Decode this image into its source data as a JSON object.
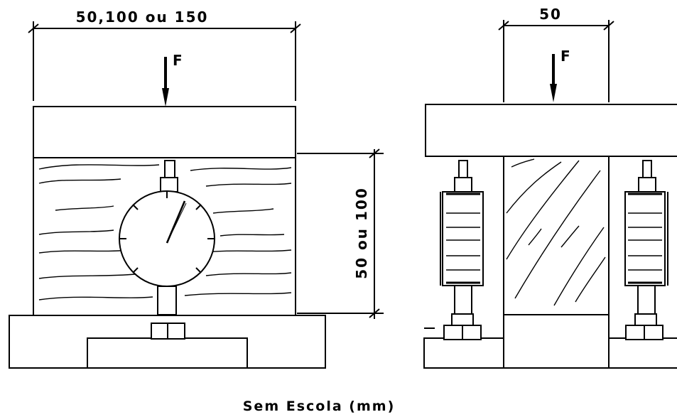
{
  "left_view": {
    "width_dimension": "50,100 ou 150",
    "height_dimension": "50 ou 100",
    "force_label": "F"
  },
  "right_view": {
    "width_dimension": "50",
    "force_label": "F"
  },
  "caption": "Sem Escola (mm)"
}
